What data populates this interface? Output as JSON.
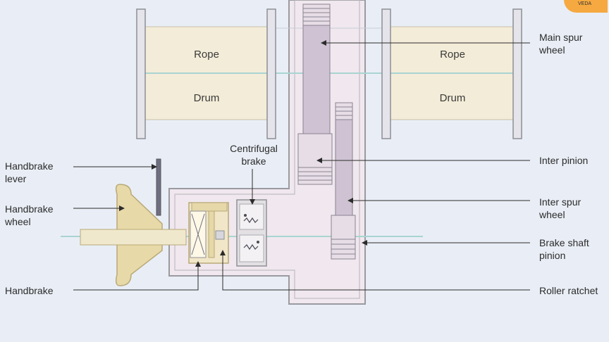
{
  "drums": {
    "left": {
      "top": "Rope",
      "bottom": "Drum"
    },
    "right": {
      "top": "Rope",
      "bottom": "Drum"
    }
  },
  "labels": {
    "main_spur_wheel": [
      "Main spur",
      "wheel"
    ],
    "inter_pinion": "Inter pinion",
    "inter_spur_wheel": [
      "Inter spur",
      "wheel"
    ],
    "brake_shaft_pinion": [
      "Brake shaft",
      "pinion"
    ],
    "roller_ratchet": "Roller ratchet",
    "handbrake_lever": [
      "Handbrake",
      "lever"
    ],
    "handbrake_wheel": [
      "Handbrake",
      "wheel"
    ],
    "handbrake": "Handbrake",
    "centrifugal_brake": [
      "Centrifugal",
      "brake"
    ]
  },
  "logo": {
    "text": "VEDA"
  },
  "colors": {
    "background": "#e9eef6",
    "drum_fill": "#f3ecd8",
    "gear_fill": "#cfc3d3",
    "housing_fill": "#f0e8ee",
    "handwheel_fill": "#e8d9a8",
    "accent_logo": "#f5a940"
  }
}
